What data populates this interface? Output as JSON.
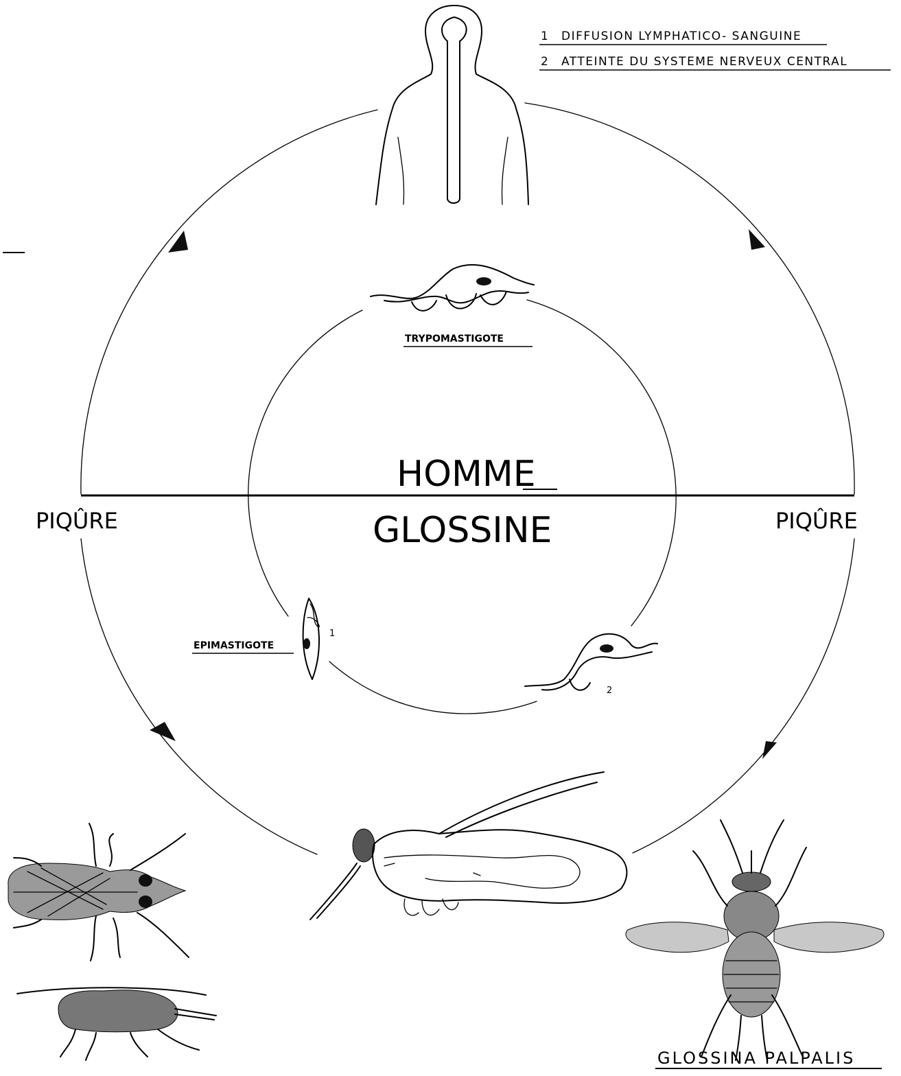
{
  "legend": [
    {
      "number": "1",
      "text": "DIFFUSION LYMPHATICO- SANGUINE"
    },
    {
      "number": "2",
      "text": "ATTEINTE DU SYSTEME NERVEUX CENTRAL"
    }
  ],
  "hosts": {
    "top": "HOMME",
    "bottom": "GLOSSINE"
  },
  "transmission": {
    "left": "PIQÛRE",
    "right": "PIQÛRE"
  },
  "stages": {
    "trypomastigote": "TRYPOMASTIGOTE",
    "epimastigote": "EPIMASTIGOTE",
    "epimastigote_marker": "1",
    "gut_form_marker": "2"
  },
  "species": "GLOSSINA PALPALIS",
  "icons": [
    "human-torso-icon",
    "trypomastigote-icon",
    "epimastigote-icon",
    "tsetse-anatomy-icon",
    "tsetse-fly-dorsal-icon",
    "tsetse-fly-side-icon",
    "glossina-palpalis-icon"
  ]
}
